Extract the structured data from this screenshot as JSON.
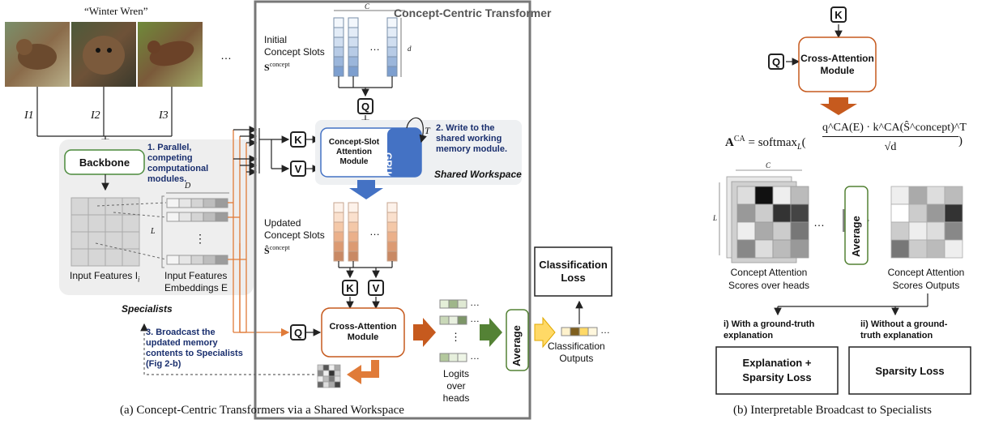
{
  "caption_a": "(a) Concept-Centric Transformers via a Shared Workspace",
  "caption_b": "(b) Interpretable Broadcast to Specialists",
  "birds": {
    "class_label": "“Winter Wren”",
    "ellipsis": "…",
    "inputs": [
      "I1",
      "I2",
      "I3"
    ]
  },
  "specialists": {
    "backbone": "Backbone",
    "title": "Specialists",
    "input_features": "Input Features I",
    "input_features_sub": "i",
    "embeddings_line1": "Input Features",
    "embeddings_line2": "Embeddings E",
    "dim_D": "D",
    "dim_L": "L",
    "vdots": "⋮"
  },
  "annotations": {
    "a1": [
      "1. Parallel,",
      "competing",
      "computational",
      "modules."
    ],
    "a2": [
      "2. Write to the",
      "shared working",
      "memory module."
    ],
    "a3": [
      "3. Broadcast the",
      "updated memory",
      "contents to Specialists",
      "(Fig 2-b)"
    ]
  },
  "cct": {
    "title": "Concept-Centric Transformer",
    "initial_slots": [
      "Initial",
      "Concept Slots",
      "S"
    ],
    "initial_slots_sup": "concept",
    "updated_slots": [
      "Updated",
      "Concept Slots",
      "Ŝ"
    ],
    "updated_slots_sup": "concept",
    "dim_C": "C",
    "dim_d": "d",
    "slot_attention": [
      "Concept-Slot",
      "Attention",
      "Module"
    ],
    "gru": "GRU",
    "loop_T": "T",
    "shared_workspace": "Shared Workspace",
    "cross_attention": [
      "Cross-Attention",
      "Module"
    ],
    "logits": [
      "Logits over",
      "heads"
    ],
    "average": "Average",
    "classification_outputs": [
      "Classification",
      "Outputs"
    ],
    "classification_loss": [
      "Classification",
      "Loss"
    ],
    "ellipsis": "…",
    "vdots": "⋮"
  },
  "keys": {
    "K": "K",
    "Q": "Q",
    "V": "V"
  },
  "panel_b": {
    "K": "K",
    "Q": "Q",
    "cross_attention": [
      "Cross-Attention",
      "Module"
    ],
    "formula_lhs": "A",
    "formula_lhs_sup": "CA",
    "formula_eq": "= softmax",
    "formula_sub": "L",
    "formula_num": "q^CA(E) · k^CA(Ŝ^concept)^T",
    "formula_den": "√d",
    "dim_C": "C",
    "dim_L": "L",
    "ellipsis": "…",
    "average": "Average",
    "scores_over_heads": [
      "Concept Attention",
      "Scores  over heads"
    ],
    "scores_outputs": [
      "Concept Attention",
      "Scores Outputs"
    ],
    "branch_i": [
      "i) With a ground-truth",
      "explanation"
    ],
    "branch_ii": [
      "ii) Without a ground-",
      "truth explanation"
    ],
    "loss_i": [
      "Explanation +",
      "Sparsity Loss"
    ],
    "loss_ii": "Sparsity Loss"
  },
  "colors": {
    "orange": "#c65a1e",
    "blue": "#4472c4",
    "green": "#548235",
    "yellow": "#ffc000",
    "dark_blue": "#1a2f6e"
  }
}
